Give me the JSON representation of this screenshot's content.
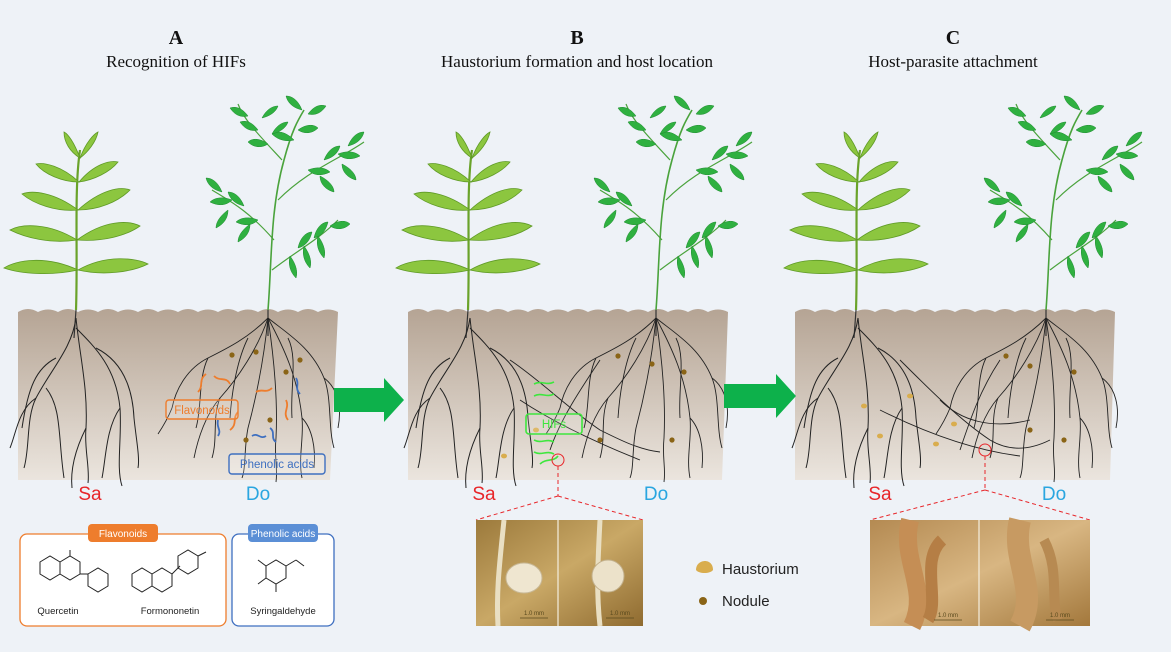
{
  "panels": [
    {
      "letter": "A",
      "title": "Recognition of HIFs"
    },
    {
      "letter": "B",
      "title": "Haustorium formation and host location"
    },
    {
      "letter": "C",
      "title": "Host-parasite attachment"
    }
  ],
  "plants": {
    "parasite": "Sa",
    "host": "Do"
  },
  "panel_a": {
    "flavonoids_label": "Flavonoids",
    "phenolic_label": "Phenolic acids"
  },
  "panel_b": {
    "hifs_label": "HIFs"
  },
  "chemistry": {
    "flavonoids": {
      "header": "Flavonoids",
      "compounds": [
        "Quercetin",
        "Formononetin"
      ]
    },
    "phenolic_acids": {
      "header": "Phenolic acids",
      "compounds": [
        "Syringaldehyde"
      ]
    }
  },
  "legend": {
    "haustorium": "Haustorium",
    "nodule": "Nodule"
  },
  "scale_bar": "1.0 mm",
  "colors": {
    "parasite_label": "#e8262a",
    "host_label": "#2aa6e0",
    "flavonoid": "#ee7d2d",
    "phenolic": "#3e6fc0",
    "hif": "#3ee63e",
    "arrow": "#0db14b",
    "soil_top": "#b6a596",
    "soil_bottom": "#ece6df",
    "haustorium": "#d9ad4e",
    "nodule": "#8a6416"
  }
}
